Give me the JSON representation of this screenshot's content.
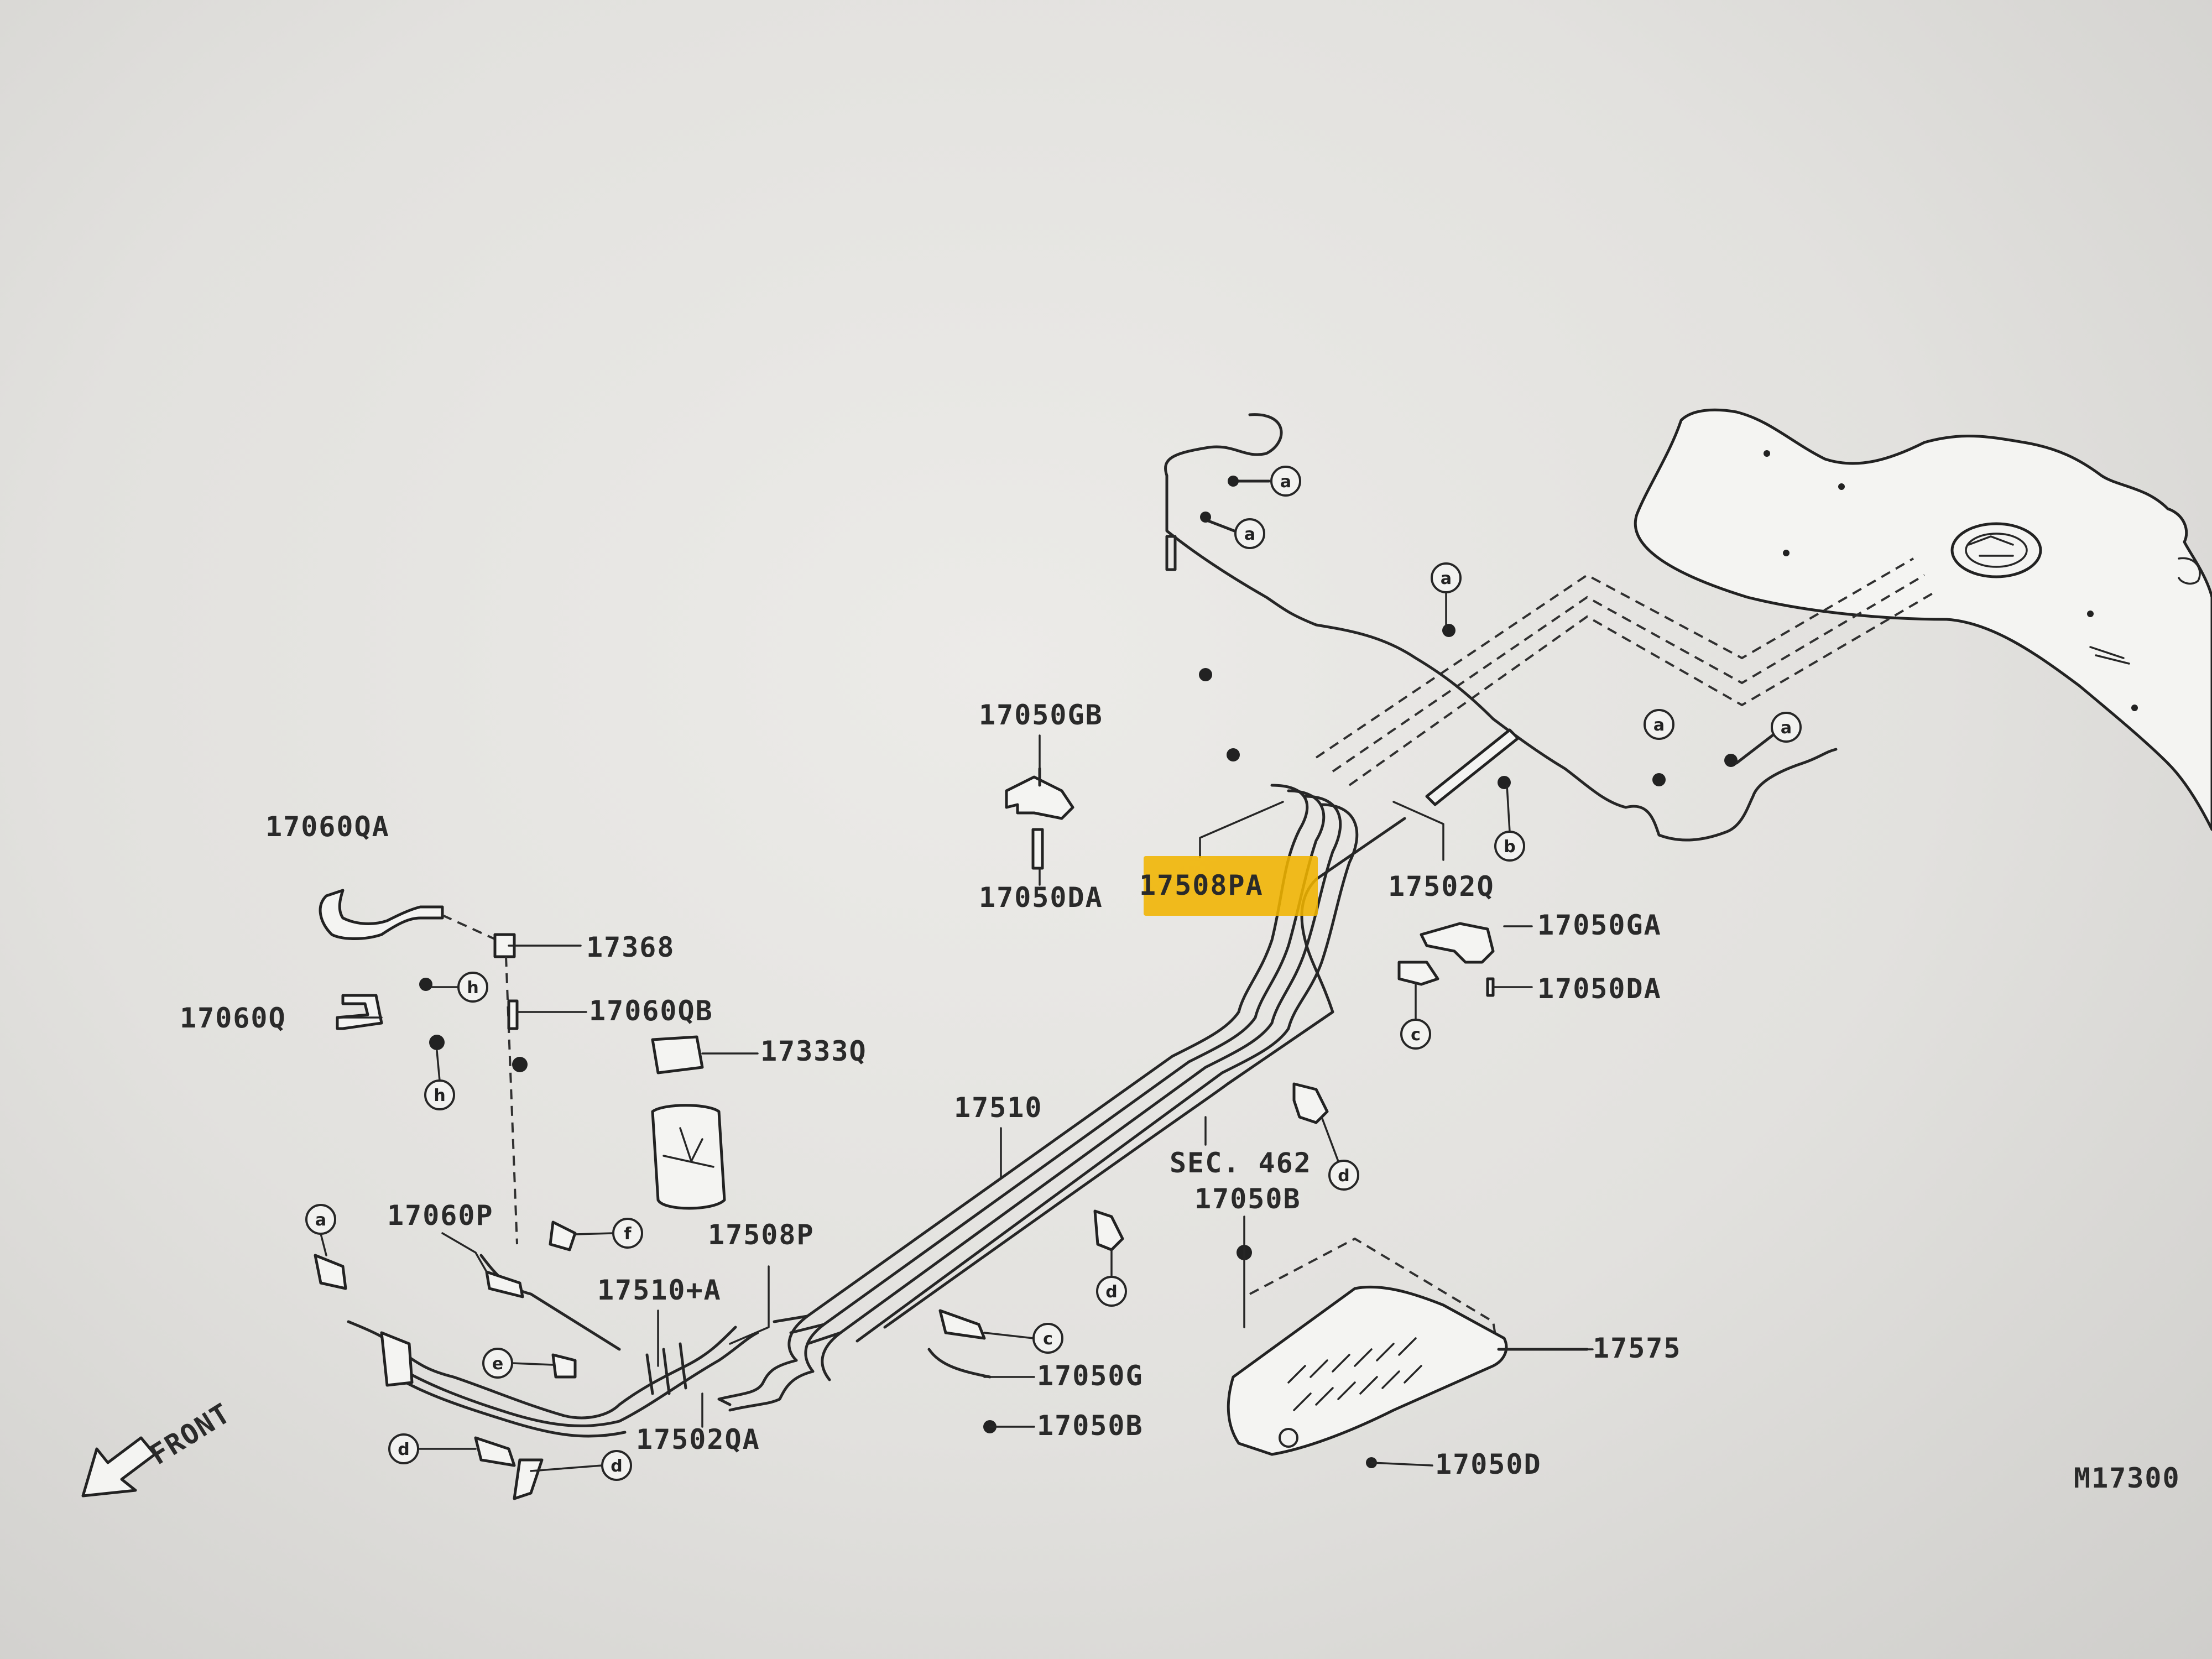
{
  "labels": {
    "p17050GB": "17050GB",
    "p17060QA": "17060QA",
    "p17050DA_left": "17050DA",
    "p17508PA": "17508PA",
    "p17502Q": "17502Q",
    "p17368": "17368",
    "p17050GA": "17050GA",
    "p17060QB": "17060QB",
    "p17050DA_right": "17050DA",
    "p17060Q": "17060Q",
    "p17333Q": "17333Q",
    "p17510": "17510",
    "sec462": "SEC. 462",
    "p17050B_upper": "17050B",
    "p17060P": "17060P",
    "p17508P": "17508P",
    "p17510A": "17510+A",
    "p17575": "17575",
    "p17050G": "17050G",
    "p17050B_lower": "17050B",
    "p17502QA": "17502QA",
    "p17050D": "17050D",
    "diagram_code": "M17300",
    "front": "FRONT"
  },
  "callouts": {
    "a": "a",
    "b": "b",
    "c": "c",
    "d": "d",
    "e": "e",
    "f": "f",
    "h": "h"
  },
  "colors": {
    "highlight": "#f0b400",
    "ink": "#262626",
    "paper": "#e9e8e5"
  }
}
